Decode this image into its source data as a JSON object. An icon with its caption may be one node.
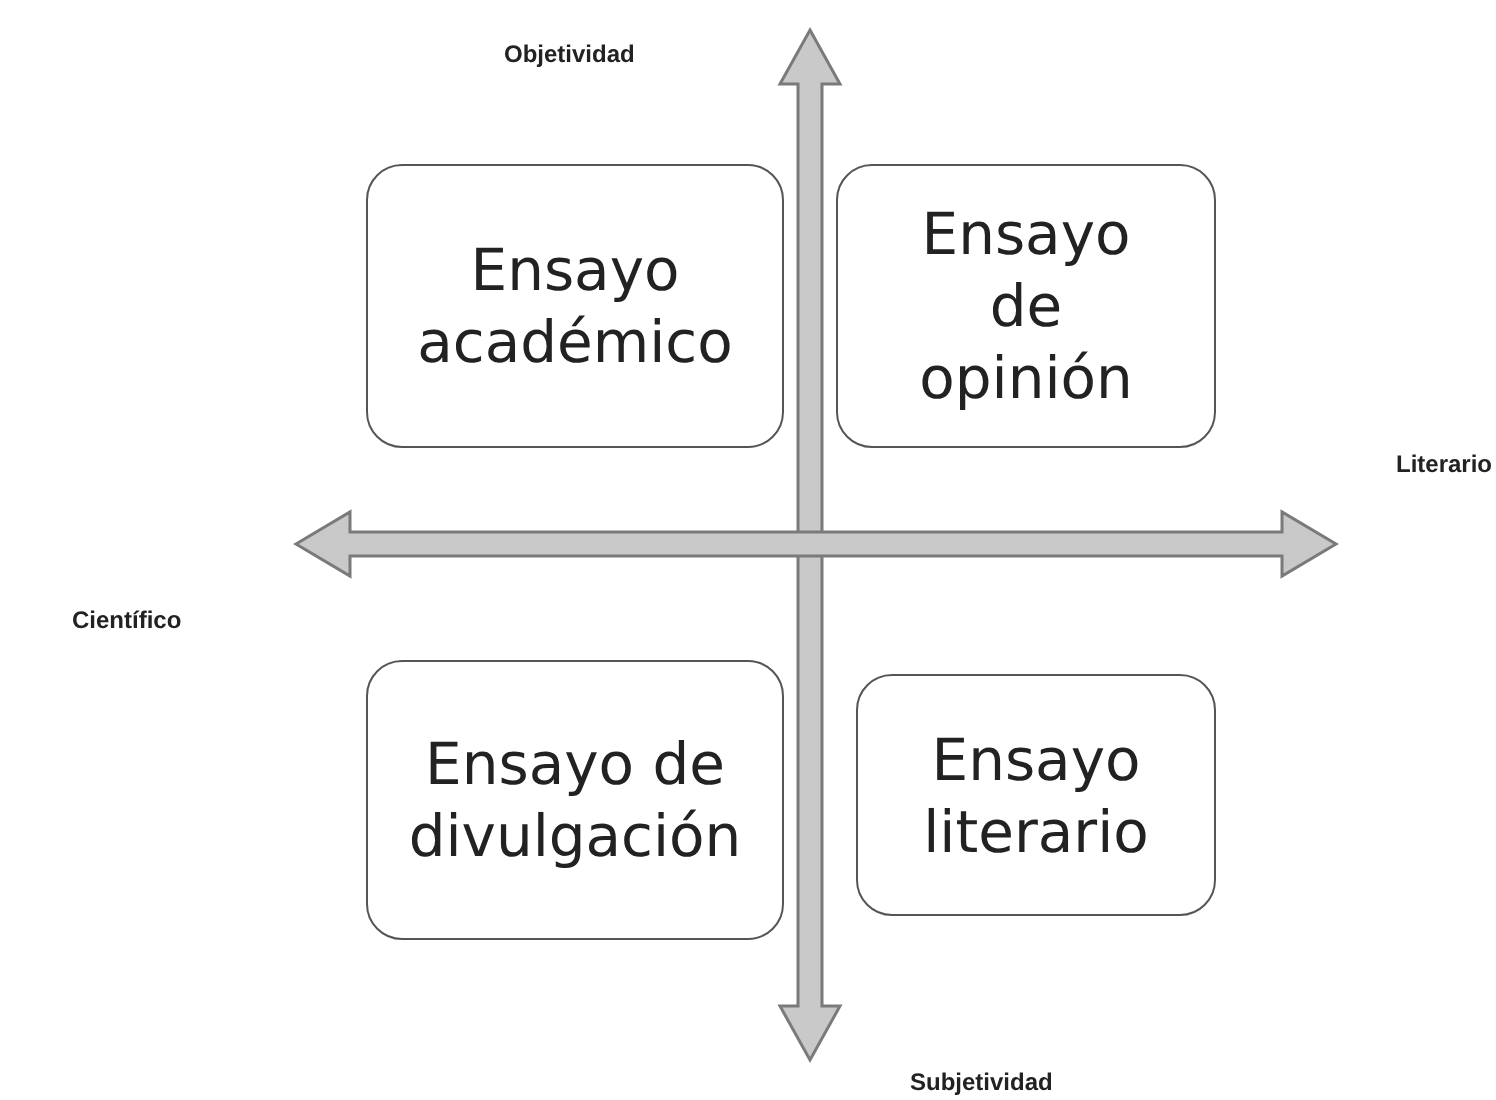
{
  "diagram": {
    "nodes": [
      {
        "text": [
          "Ensayo académico"
        ]
      },
      {
        "text": [
          "Ensayo de opinión"
        ]
      },
      {
        "text": [
          "Ensayo de divulgación"
        ]
      },
      {
        "text": [
          "Ensayo literario"
        ]
      }
    ],
    "labels": [
      "Objetividad",
      "Literario",
      "Científico",
      "Subjetividad"
    ]
  }
}
